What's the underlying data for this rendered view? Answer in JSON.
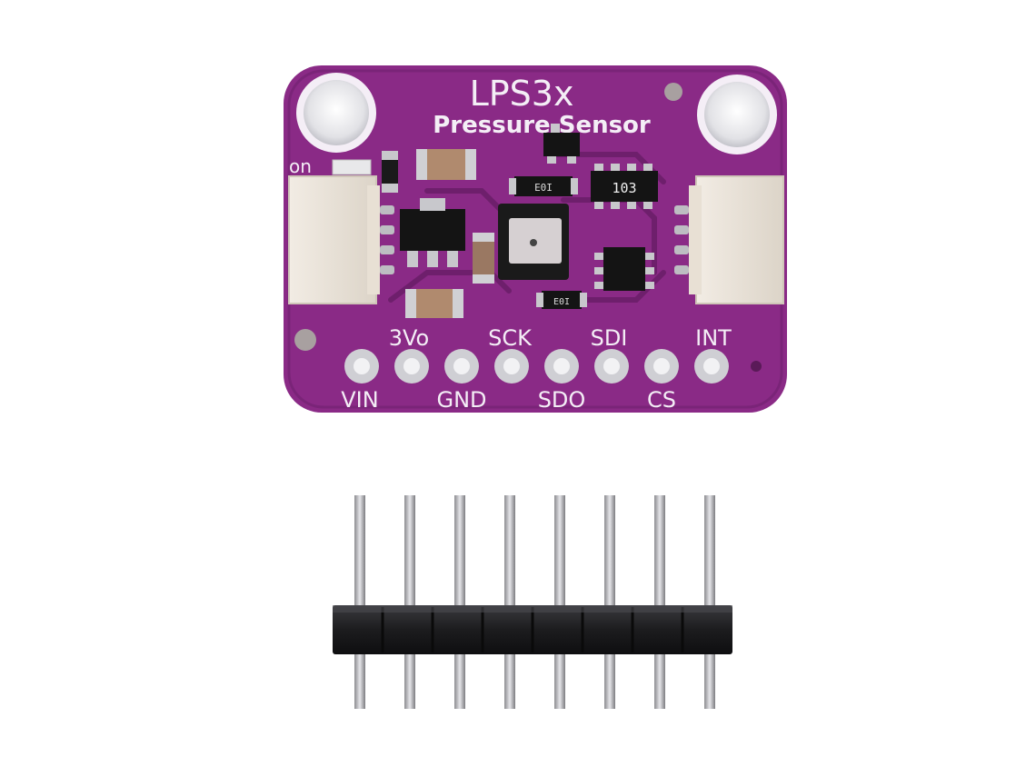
{
  "board": {
    "title": "LPS3x",
    "subtitle": "Pressure Sensor",
    "power_led_label": "on",
    "resistor_marking": "103",
    "chip_marking_1": "E0I",
    "chip_marking_2": "E0I",
    "pins_top": [
      "3Vo",
      "SCK",
      "SDI",
      "INT"
    ],
    "pins_bottom": [
      "VIN",
      "GND",
      "SDO",
      "CS"
    ]
  },
  "colors": {
    "pcb": "#8a2a86",
    "pcb_dark": "#6e1f6c",
    "silkscreen": "#f4eef6",
    "pad_silver": "#cfcfd4",
    "header_plastic": "#1e1e20"
  },
  "header": {
    "pin_count": 8
  }
}
